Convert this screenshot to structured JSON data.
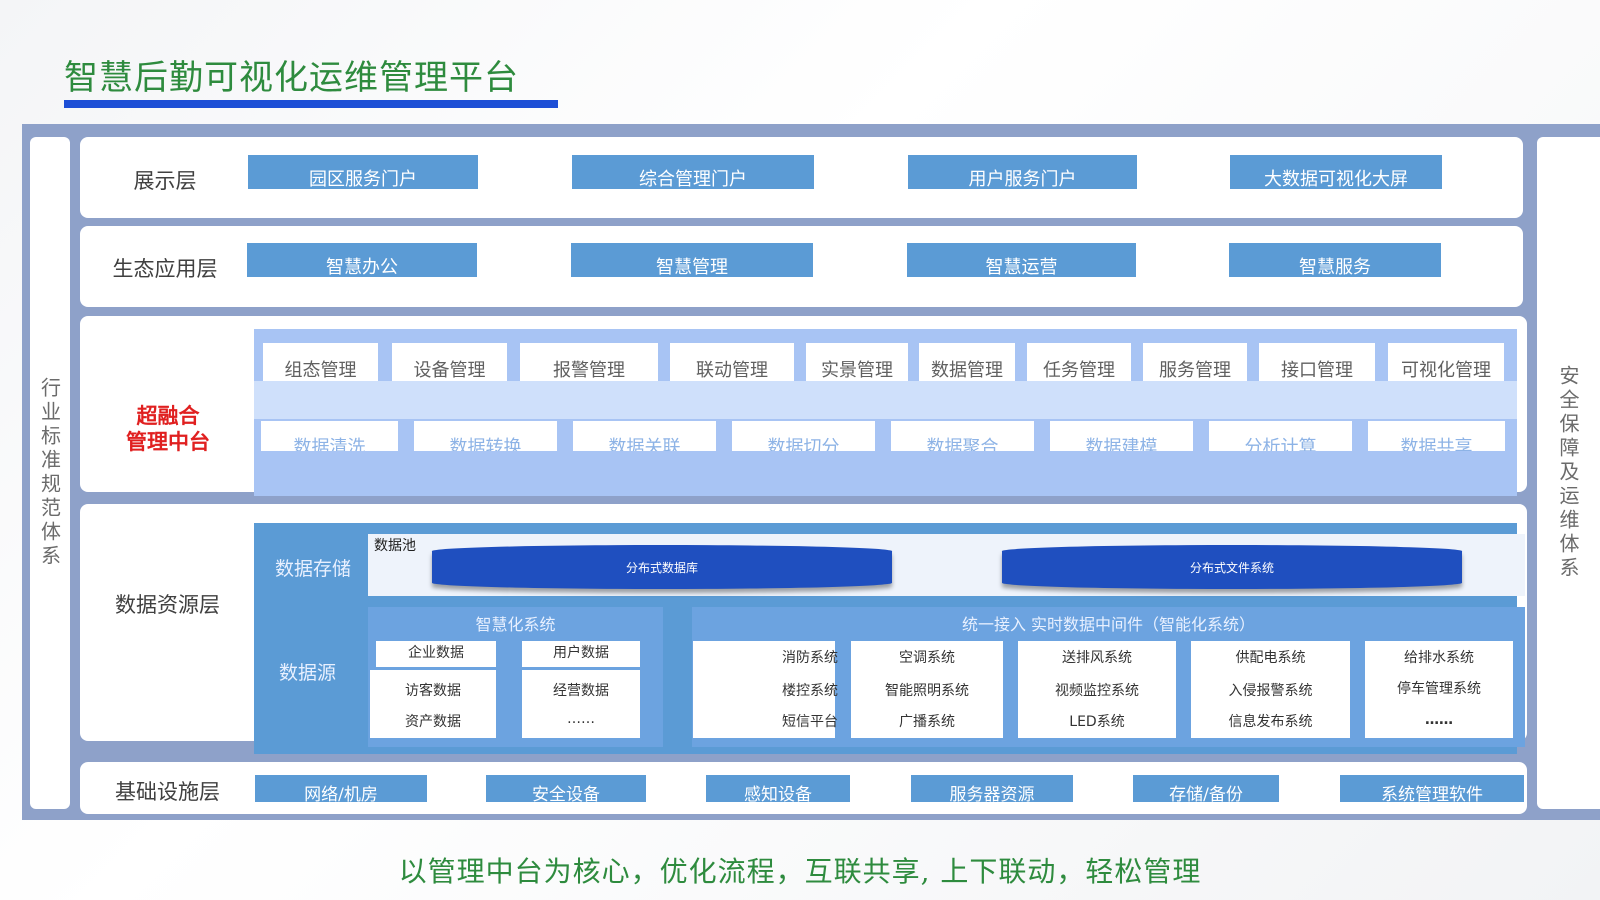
{
  "title": "智慧后勤可视化运维管理平台",
  "side_left": "行业标准规范体系",
  "side_right": "安全保障及运维体系",
  "layers": {
    "presentation": {
      "label": "展示层",
      "items": [
        "园区服务门户",
        "综合管理门户",
        "用户服务门户",
        "大数据可视化大屏"
      ]
    },
    "ecology": {
      "label": "生态应用层",
      "items": [
        "智慧办公",
        "智慧管理",
        "智慧运营",
        "智慧服务"
      ]
    },
    "middle": {
      "label_line1": "超融合",
      "label_line2": "管理中台",
      "row1": [
        "组态管理",
        "设备管理",
        "报警管理",
        "联动管理",
        "实景管理",
        "数据管理",
        "任务管理",
        "服务管理",
        "接口管理",
        "可视化管理"
      ],
      "row2": [
        "数据清洗",
        "数据转换",
        "数据关联",
        "数据切分",
        "数据聚合",
        "数据建模",
        "分析计算",
        "数据共享"
      ]
    },
    "data": {
      "label": "数据资源层",
      "storage_label": "数据存储",
      "source_label": "数据源",
      "pool_label": "数据池",
      "db1": "分布式数据库",
      "db2": "分布式文件系统",
      "smart_title": "智慧化系统",
      "smart_cells": [
        [
          "企业数据",
          "用户数据"
        ],
        [
          "访客数据",
          "经营数据"
        ],
        [
          "资产数据",
          "……"
        ]
      ],
      "unified_title": "统一接入 实时数据中间件（智能化系统）",
      "unified_cols": [
        [
          "消防系统",
          "楼控系统",
          "短信平台"
        ],
        [
          "空调系统",
          "智能照明系统",
          "广播系统"
        ],
        [
          "送排风系统",
          "视频监控系统",
          "LED系统"
        ],
        [
          "供配电系统",
          "入侵报警系统",
          "信息发布系统"
        ],
        [
          "给排水系统",
          "停车管理系统",
          "……"
        ]
      ]
    },
    "infra": {
      "label": "基础设施层",
      "items": [
        "网络/机房",
        "安全设备",
        "感知设备",
        "服务器资源",
        "存储/备份",
        "系统管理软件"
      ]
    }
  },
  "slogan": "以管理中台为核心，优化流程，互联共享, 上下联动，轻松管理",
  "colors": {
    "title_green": "#2e8b3e",
    "accent_blue": "#1d4fd6",
    "box_blue": "#5b9bd5",
    "highlight_red": "#e02020",
    "db_blue": "#1f4fbf"
  }
}
